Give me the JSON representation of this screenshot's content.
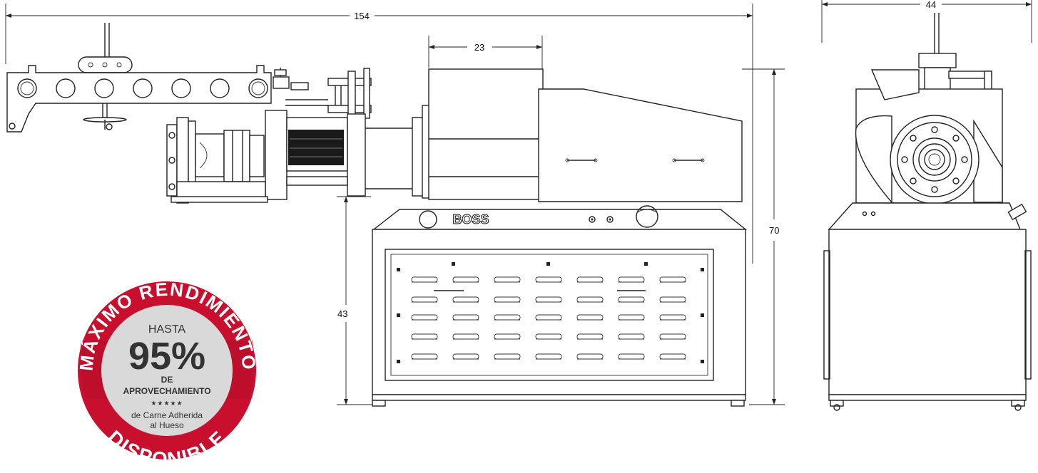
{
  "dimensions": {
    "overall_length": "154",
    "overall_width": "44",
    "overall_height": "70",
    "table_height": "43",
    "hopper_width": "23"
  },
  "brand": {
    "name": "BOSS"
  },
  "badge": {
    "top_arc": "MÁXIMO RENDIMIENTO",
    "bottom_arc": "DISPONIBLE",
    "hasta": "HASTA",
    "percent": "95%",
    "de": "DE",
    "aprovechamiento": "APROVECHAMIENTO",
    "stars": "★★★★★",
    "line1": "de Carne Adherida",
    "line2": "al Hueso"
  },
  "colors": {
    "badge_red": "#c8102e",
    "badge_dark_red": "#9e0f22",
    "badge_center": "#d9d9d9",
    "text_dark": "#333333"
  }
}
